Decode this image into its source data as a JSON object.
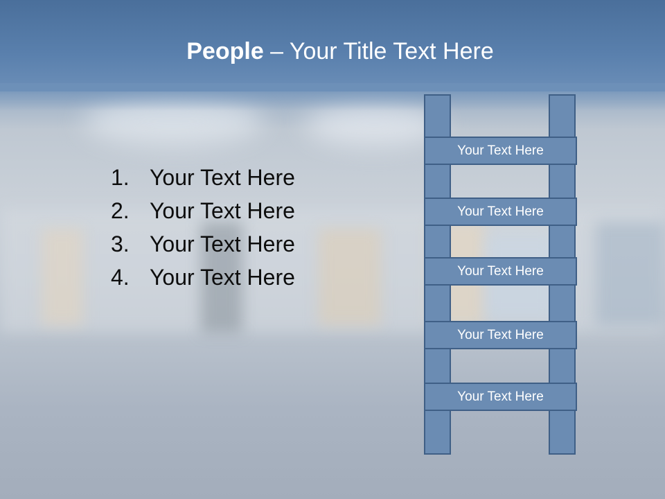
{
  "slide": {
    "title_bold": "People",
    "title_rest": " – Your Title Text Here"
  },
  "list": {
    "items": [
      {
        "number": "1.",
        "text": "Your Text Here"
      },
      {
        "number": "2.",
        "text": "Your Text Here"
      },
      {
        "number": "3.",
        "text": "Your Text Here"
      },
      {
        "number": "4.",
        "text": "Your Text Here"
      }
    ]
  },
  "ladder": {
    "rungs": [
      "Your Text Here",
      "Your Text Here",
      "Your Text Here",
      "Your Text Here",
      "Your Text Here"
    ]
  },
  "colors": {
    "header_blue": "#5a80ad",
    "ladder_fill": "#6b8cb3",
    "ladder_border": "#3f5f86"
  }
}
